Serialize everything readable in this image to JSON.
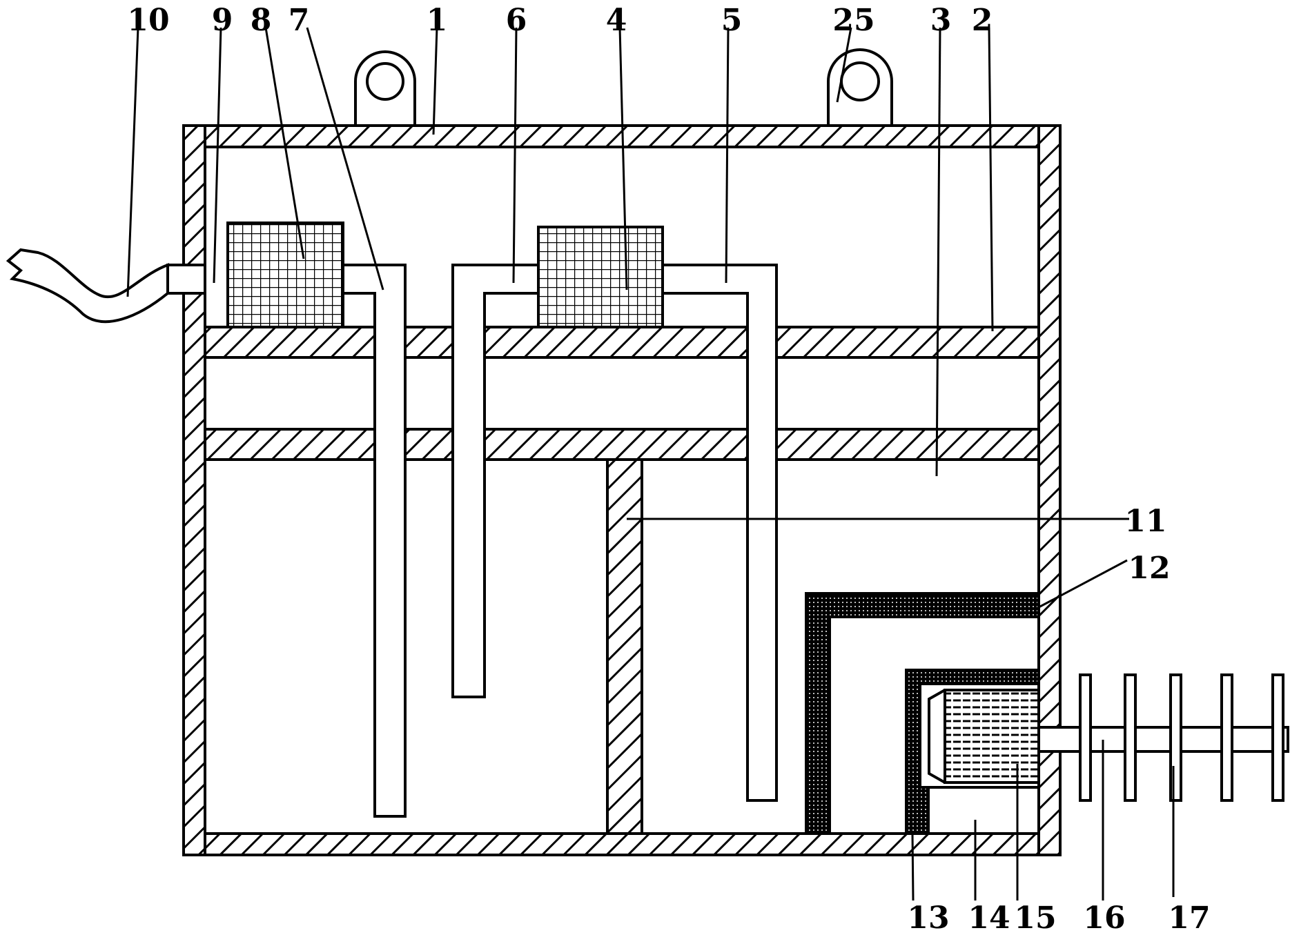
{
  "labels": {
    "l1": "1",
    "l2": "2",
    "l3": "3",
    "l4": "4",
    "l5": "5",
    "l6": "6",
    "l7": "7",
    "l8": "8",
    "l9": "9",
    "l10": "10",
    "l11": "11",
    "l12": "12",
    "l13": "13",
    "l14": "14",
    "l15": "15",
    "l16": "16",
    "l17": "17",
    "l25": "25"
  },
  "colors": {
    "line": "#000000",
    "background": "#ffffff"
  }
}
